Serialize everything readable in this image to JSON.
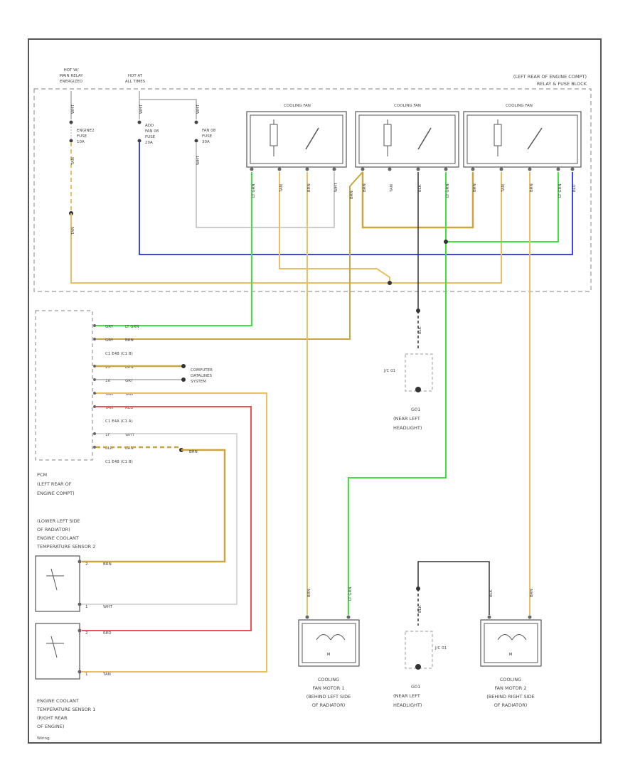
{
  "colors": {
    "frame": "#555555",
    "dashed": "#999999",
    "ground_wire": "#333333",
    "blue_wire": "#3c46f0",
    "green_wire": "#39e639",
    "tan_wire": "#e8c060",
    "brown_wire": "#c9a640",
    "red_wire": "#f05050",
    "white_wire": "#bbbbbb",
    "component": "#555555"
  },
  "power_sources": {
    "hot_main_relay": [
      "HOT W/",
      "MAIN RELAY",
      "ENERGIZED"
    ],
    "hot_all_times": [
      "HOT AT",
      "ALL TIMES"
    ]
  },
  "relay_block": {
    "title": [
      "(LEFT REAR OF ENGINE COMPT)",
      "RELAY & FUSE BLOCK"
    ],
    "relays": [
      "COOLING FAN",
      "COOLING FAN",
      "COOLING FAN"
    ]
  },
  "fuses": {
    "engine": [
      "ENGINE2",
      "FUSE",
      "10A"
    ],
    "add_fan": [
      "ADD",
      "FAN 08",
      "FUSE",
      "20A"
    ],
    "fan_fuse": [
      "FAN 08",
      "FUSE",
      "30A"
    ]
  },
  "wire_labels": {
    "wht": "WHT",
    "tan": "TAN",
    "lt_grn": "LT GRN",
    "brn": "BRN",
    "blu": "BLU",
    "blk": "BLK",
    "red": "RED",
    "gry": "GRY"
  },
  "pcm": {
    "name": [
      "PCM",
      "(LEFT REAR OF",
      "ENGINE COMPT)"
    ],
    "pins": [
      {
        "pin": "GRY",
        "color": "LT GRN"
      },
      {
        "pin": "GRY",
        "color": "BRN"
      },
      {
        "pin": "C1 E4B (C1 B)",
        "color": ""
      },
      {
        "pin": "15",
        "color": "BRN"
      },
      {
        "pin": "16",
        "color": "GRY"
      },
      {
        "pin": "TAN",
        "color": "TAN"
      },
      {
        "pin": "TAN",
        "color": "RED"
      },
      {
        "pin": "C1 E4A (C1 A)",
        "color": ""
      },
      {
        "pin": "1F",
        "color": "WHT"
      },
      {
        "pin": "BLK",
        "color": "BRN"
      },
      {
        "pin": "C1 E4B (C1 B)",
        "color": ""
      }
    ],
    "datalines": [
      "COMPUTER",
      "DATALINES",
      "SYSTEM"
    ]
  },
  "grounds": {
    "junction": "J/C 01",
    "upper": [
      "G01",
      "(NEAR LEFT",
      "HEADLIGHT)"
    ],
    "lower": [
      "G01",
      "(NEAR LEFT",
      "HEADLIGHT)"
    ]
  },
  "sensors": {
    "sensor2": [
      "(LOWER LEFT SIDE",
      "OF RADIATOR)",
      "ENGINE COOLANT",
      "TEMPERATURE SENSOR 2"
    ],
    "sensor1": [
      "ENGINE COOLANT",
      "TEMPERATURE SENSOR 1",
      "(RIGHT REAR",
      "OF ENGINE)"
    ],
    "s2_pins": [
      {
        "pin": "2",
        "color": "BRN"
      },
      {
        "pin": "1",
        "color": "WHT"
      }
    ],
    "s1_pins": [
      {
        "pin": "2",
        "color": "RED"
      },
      {
        "pin": "1",
        "color": "TAN"
      }
    ]
  },
  "motors": {
    "motor1": [
      "COOLING",
      "FAN MOTOR 1",
      "(BEHIND LEFT SIDE",
      "OF RADIATOR)"
    ],
    "motor2": [
      "COOLING",
      "FAN MOTOR 2",
      "(BEHIND RIGHT SIDE",
      "OF RADIATOR)"
    ],
    "m": "M"
  },
  "footer": "Wiring"
}
